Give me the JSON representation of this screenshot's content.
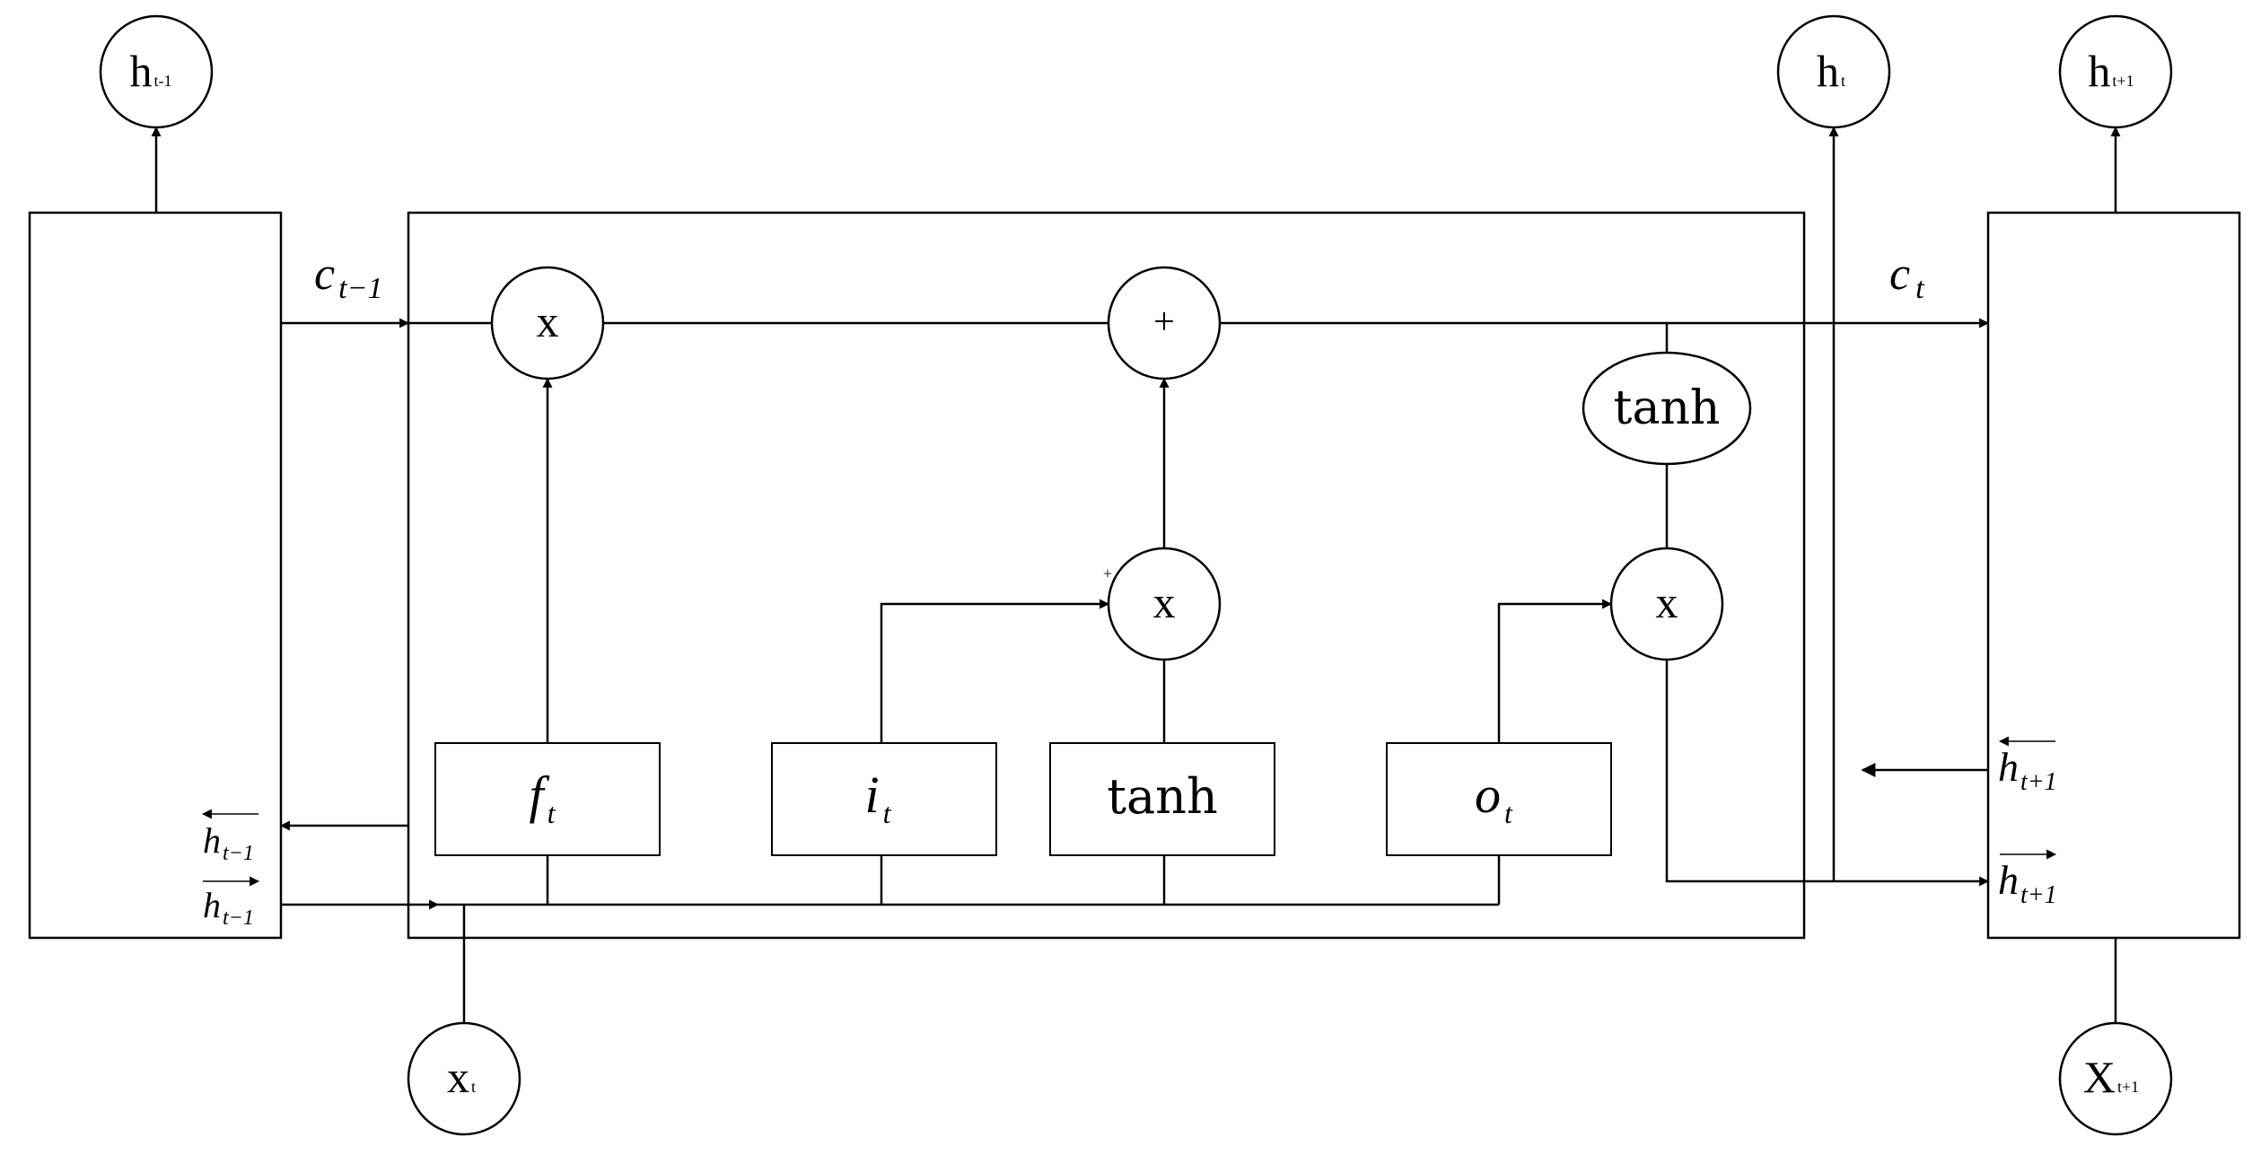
{
  "nodes": {
    "h_prev": {
      "base": "h",
      "sub": "t-1"
    },
    "h_curr": {
      "base": "h",
      "sub": "t"
    },
    "h_next": {
      "base": "h",
      "sub": "t+1"
    },
    "x_curr": {
      "base": "x",
      "sub": "t"
    },
    "x_next": {
      "base": "X",
      "sub": "t+1"
    }
  },
  "ops": {
    "forget_mult": "x",
    "add": "+",
    "input_mult": "x",
    "input_mult_mark": "+",
    "output_mult": "x",
    "tanh_cell": "tanh"
  },
  "gates": {
    "forget": {
      "base": "f",
      "sub": "t"
    },
    "input": {
      "base": "i",
      "sub": "t"
    },
    "candidate": "tanh",
    "output": {
      "base": "o",
      "sub": "t"
    }
  },
  "edges": {
    "cell_prev": {
      "base": "c",
      "sub": "t−1"
    },
    "cell_curr": {
      "base": "c",
      "sub": "t"
    },
    "h_back_prev": {
      "base": "h",
      "sub": "t−1"
    },
    "h_fwd_prev": {
      "base": "h",
      "sub": "t−1"
    },
    "h_back_next": {
      "base": "h",
      "sub": "t+1"
    },
    "h_fwd_next": {
      "base": "h",
      "sub": "t+1"
    }
  }
}
